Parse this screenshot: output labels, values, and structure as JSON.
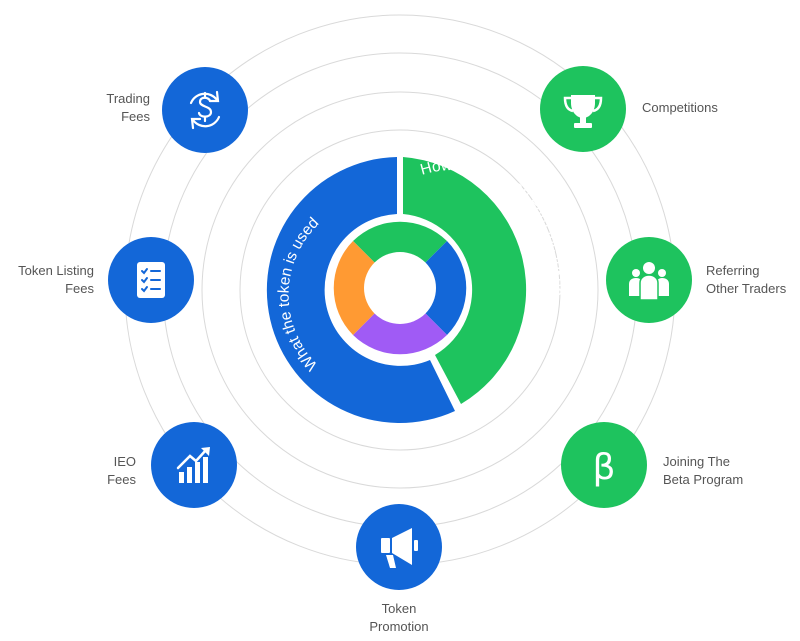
{
  "colors": {
    "blue": "#1367D8",
    "green": "#1EC35E",
    "orange": "#FF9A33",
    "purple": "#A05BF5",
    "ring": "#D9D9D9",
    "text": "#555555",
    "white": "#FFFFFF"
  },
  "donut": {
    "uses_label": "What the token is used for",
    "earn_label": "How people can earn the token"
  },
  "nodes": [
    {
      "id": "trading-fees",
      "label": "Trading\nFees",
      "color": "blue",
      "icon": "dollar-cycle-icon"
    },
    {
      "id": "token-listing-fees",
      "label": "Token Listing\nFees",
      "color": "blue",
      "icon": "checklist-icon"
    },
    {
      "id": "ieo-fees",
      "label": "IEO\nFees",
      "color": "blue",
      "icon": "growth-chart-icon"
    },
    {
      "id": "token-promotion",
      "label": "Token\nPromotion",
      "color": "blue",
      "icon": "megaphone-icon"
    },
    {
      "id": "competitions",
      "label": "Competitions",
      "color": "green",
      "icon": "trophy-icon"
    },
    {
      "id": "referring-other-traders",
      "label": "Referring\nOther Traders",
      "color": "green",
      "icon": "people-icon"
    },
    {
      "id": "joining-beta-program",
      "label": "Joining The\nBeta Program",
      "color": "green",
      "icon": "beta-icon",
      "glyph": "β"
    }
  ]
}
